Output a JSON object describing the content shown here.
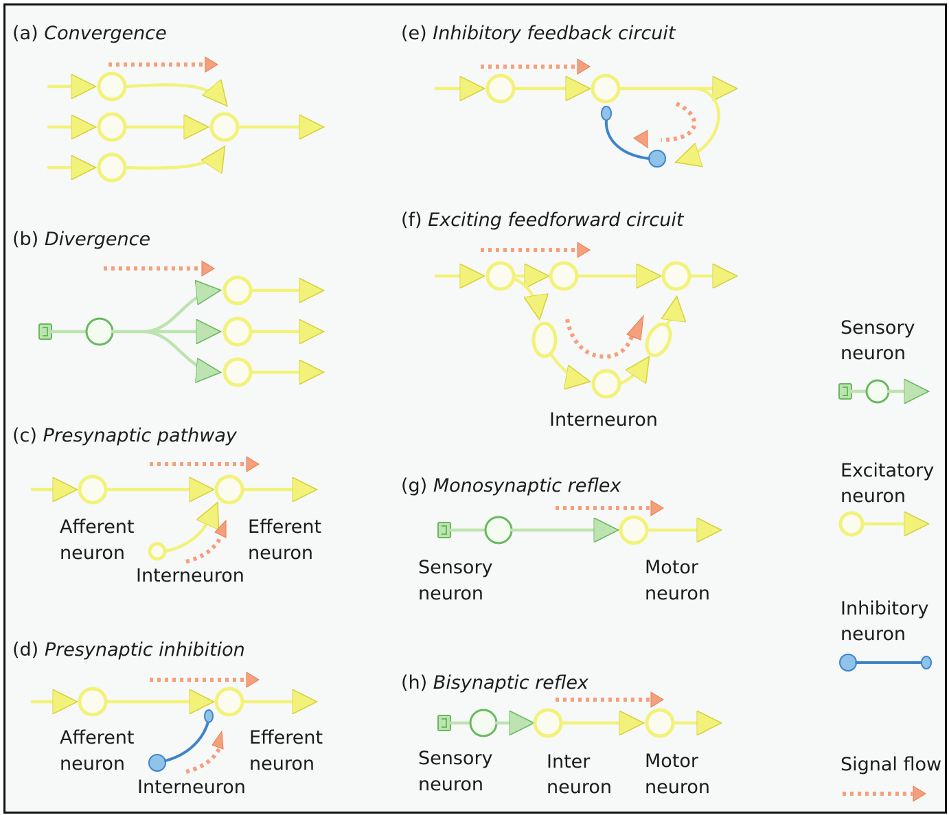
{
  "panels": {
    "a": {
      "letter": "(a)",
      "title": "Convergence"
    },
    "b": {
      "letter": "(b)",
      "title": "Divergence"
    },
    "c": {
      "letter": "(c)",
      "title": "Presynaptic pathway",
      "afferent": [
        "Afferent",
        "neuron"
      ],
      "efferent": [
        "Efferent",
        "neuron"
      ],
      "inter": "Interneuron"
    },
    "d": {
      "letter": "(d)",
      "title": "Presynaptic inhibition",
      "afferent": [
        "Afferent",
        "neuron"
      ],
      "efferent": [
        "Efferent",
        "neuron"
      ],
      "inter": "Interneuron"
    },
    "e": {
      "letter": "(e)",
      "title": "Inhibitory feedback circuit"
    },
    "f": {
      "letter": "(f)",
      "title": "Exciting feedforward circuit",
      "inter": "Interneuron"
    },
    "g": {
      "letter": "(g)",
      "title": "Monosynaptic reflex",
      "sensory": [
        "Sensory",
        "neuron"
      ],
      "motor": [
        "Motor",
        "neuron"
      ]
    },
    "h": {
      "letter": "(h)",
      "title": "Bisynaptic reflex",
      "sensory": [
        "Sensory",
        "neuron"
      ],
      "inter": [
        "Inter",
        "neuron"
      ],
      "motor": [
        "Motor",
        "neuron"
      ]
    }
  },
  "legend": {
    "sensory": [
      "Sensory",
      "neuron"
    ],
    "excitatory": [
      "Excitatory",
      "neuron"
    ],
    "inhibitory": [
      "Inhibitory",
      "neuron"
    ],
    "signal": "Signal flow"
  },
  "colors": {
    "excitatory": "#f2f27a",
    "excitatory_stroke": "#d6d23a",
    "sensory": "#bde3b0",
    "sensory_stroke": "#68b85e",
    "inhibitory": "#8fc3ea",
    "inhibitory_stroke": "#3f84c8",
    "signal": "#f5a07c",
    "signal_stroke": "#e57c52"
  }
}
